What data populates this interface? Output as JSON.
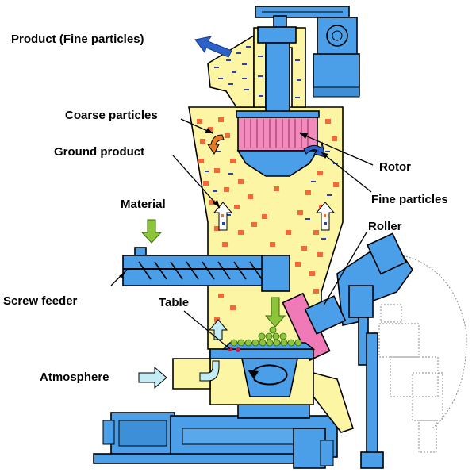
{
  "labels": {
    "product": "Product (Fine particles)",
    "coarse": "Coarse particles",
    "ground": "Ground product",
    "material": "Material",
    "screw_feeder": "Screw feeder",
    "table": "Table",
    "atmosphere": "Atmosphere",
    "rotor": "Rotor",
    "fine_particles": "Fine particles",
    "roller": "Roller"
  },
  "colors": {
    "machine": "#4a9fe8",
    "chamber": "#fcf6a4",
    "particle": "#f26a3a",
    "fine_particle": "#2b3fb5",
    "rotor": "#f08cbc",
    "roller": "#f07ab8",
    "material_arrow": "#8cc43a",
    "flow_arrow": "#c4ecf4",
    "product_arrow": "#2d62c8",
    "coarse_arrow": "#e87a22",
    "balls": "#8cc43a"
  }
}
